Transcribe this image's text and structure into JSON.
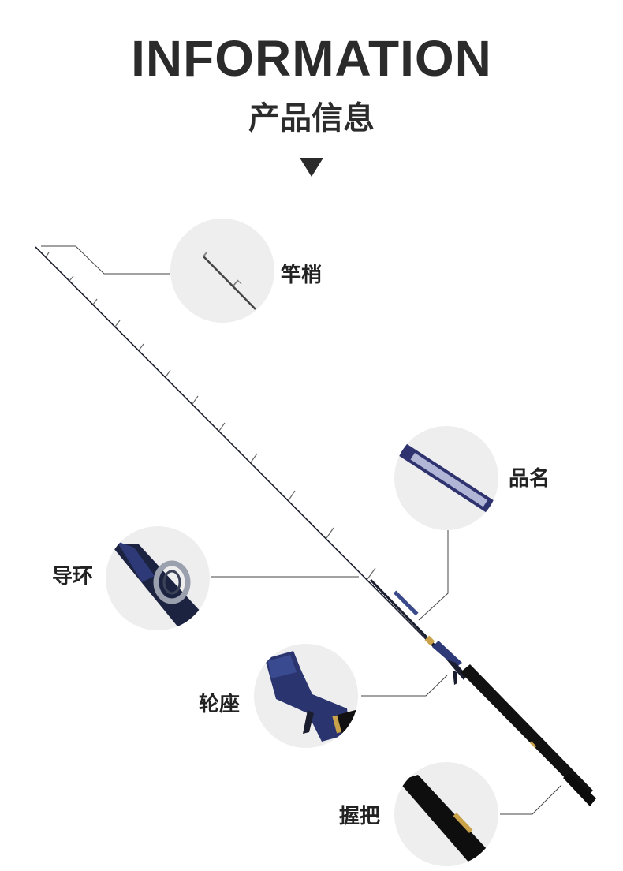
{
  "header": {
    "title_en": "INFORMATION",
    "title_cn": "产品信息"
  },
  "parts": [
    {
      "key": "tip",
      "label": "竿梢"
    },
    {
      "key": "name",
      "label": "品名"
    },
    {
      "key": "guide",
      "label": "导环"
    },
    {
      "key": "reel_seat",
      "label": "轮座"
    },
    {
      "key": "grip",
      "label": "握把"
    }
  ],
  "colors": {
    "text": "#2b2b2b",
    "circle_bg": "#eeeeee",
    "rod_blank": "#1a1d2e",
    "rod_blue": "#2e3a78",
    "gold": "#c9a24a"
  }
}
